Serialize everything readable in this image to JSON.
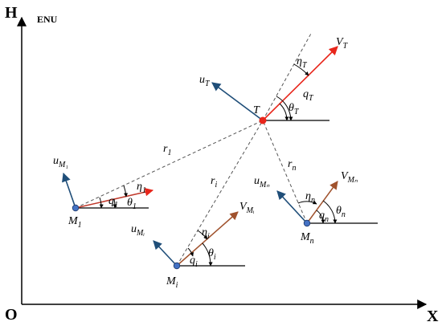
{
  "axes": {
    "y_label": "H",
    "x_label": "X",
    "origin_label": "O",
    "frame_label": "ENU"
  },
  "target": {
    "label": "T",
    "velocity_label": "V",
    "velocity_sub": "T",
    "u_label": "u",
    "u_sub": "T",
    "angle_eta": "η",
    "angle_eta_sub": "T",
    "angle_q": "q",
    "angle_q_sub": "T",
    "angle_theta": "θ",
    "angle_theta_sub": "T"
  },
  "missiles": [
    {
      "id": "m1",
      "label": "M",
      "label_sub": "1",
      "u_label": "u",
      "u_sub": "M₁",
      "eta": "η",
      "eta_sub": "1",
      "q": "q",
      "q_sub": "1",
      "theta": "θ",
      "theta_sub": "1",
      "range_label": "r",
      "range_sub": "1"
    },
    {
      "id": "mi",
      "label": "M",
      "label_sub": "i",
      "u_label": "u",
      "u_sub": "Mᵢ",
      "velocity_label": "V",
      "velocity_sub": "Mᵢ",
      "eta": "η",
      "eta_sub": "i",
      "q": "q",
      "q_sub": "i",
      "theta": "θ",
      "theta_sub": "i",
      "range_label": "r",
      "range_sub": "i"
    },
    {
      "id": "mn",
      "label": "M",
      "label_sub": "n",
      "u_label": "u",
      "u_sub": "Mₙ",
      "velocity_label": "V",
      "velocity_sub": "Mₙ",
      "eta": "η",
      "eta_sub": "n",
      "q": "q",
      "q_sub": "n",
      "theta": "θ",
      "theta_sub": "n",
      "range_label": "r",
      "range_sub": "n"
    }
  ],
  "colors": {
    "target_velocity": "#e8261b",
    "target_point": "#e8261b",
    "normal_vector": "#1f4e79",
    "missile_velocity": "#a0522d",
    "missile_point": "#4472c4",
    "los_line": "#555555"
  }
}
